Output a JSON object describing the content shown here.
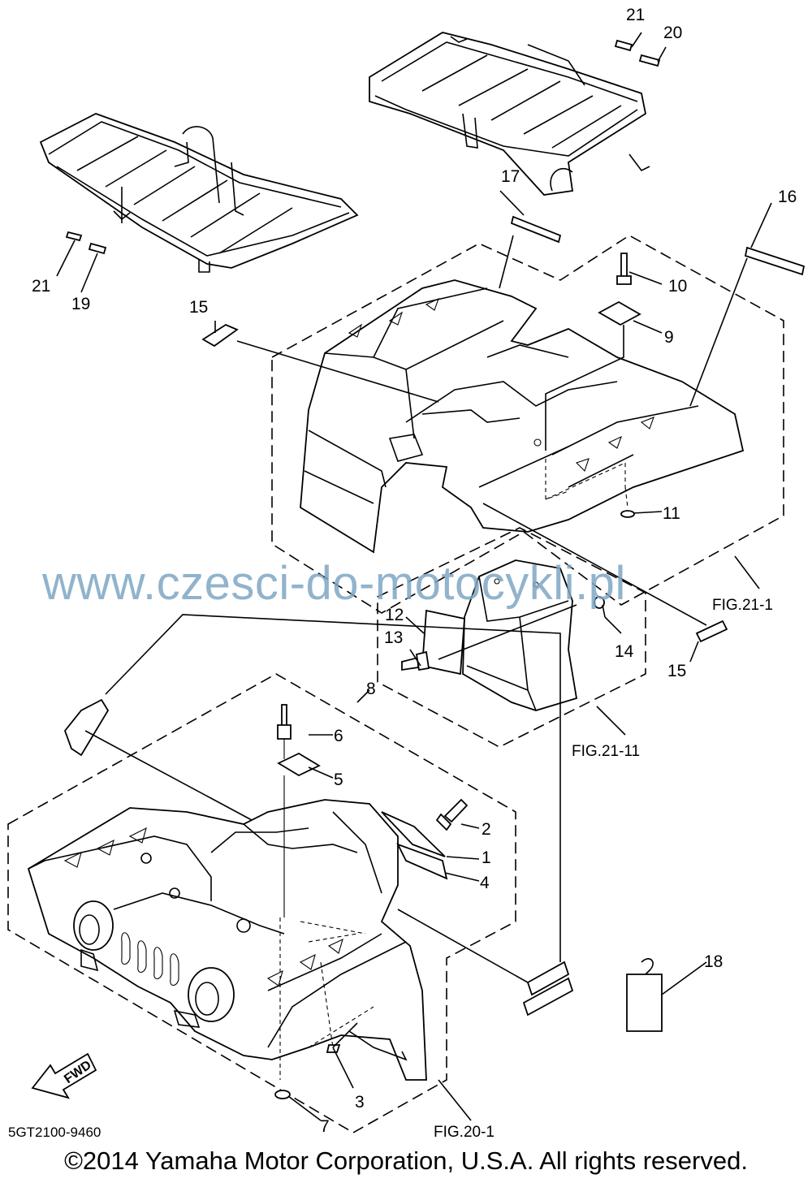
{
  "callouts": {
    "n1": "1",
    "n2": "2",
    "n3": "3",
    "n4": "4",
    "n5": "5",
    "n6": "6",
    "n7": "7",
    "n8": "8",
    "n9": "9",
    "n10": "10",
    "n11": "11",
    "n12": "12",
    "n13": "13",
    "n14": "14",
    "n15a": "15",
    "n15b": "15",
    "n16": "16",
    "n17": "17",
    "n18": "18",
    "n19": "19",
    "n20": "20",
    "n21a": "21",
    "n21b": "21"
  },
  "figure_refs": {
    "fig_21_1": "FIG.21-1",
    "fig_21_11": "FIG.21-11",
    "fig_20_1": "FIG.20-1"
  },
  "watermark": "www.czesci-do-motocykli.pl",
  "fwd_arrow_label": "FWD",
  "diagram_code": "5GT2100-9460",
  "copyright": "©2014 Yamaha Motor Corporation, U.S.A. All rights reserved.",
  "colors": {
    "line": "#000000",
    "watermark": "#7ea6c4",
    "background": "#ffffff"
  }
}
